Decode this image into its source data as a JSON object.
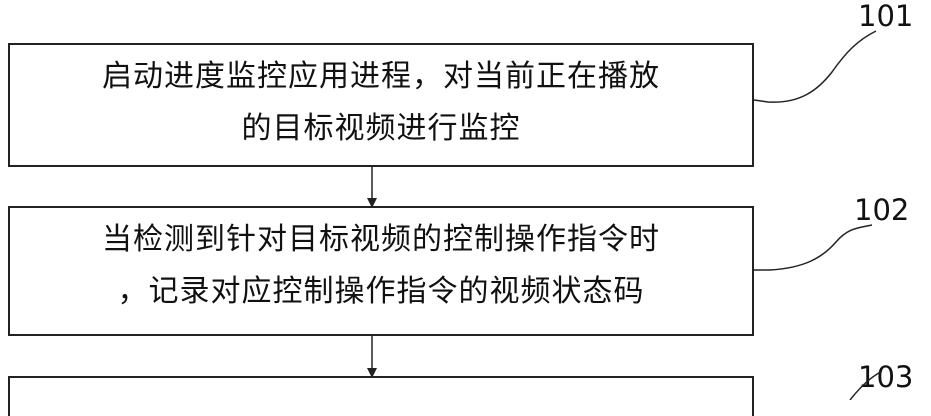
{
  "diagram": {
    "steps": [
      {
        "number": "101",
        "lines": [
          "启动进度监控应用进程，对当前正在播放",
          "的目标视频进行监控"
        ]
      },
      {
        "number": "102",
        "lines": [
          "当检测到针对目标视频的控制操作指令时",
          "，记录对应控制操作指令的视频状态码"
        ]
      },
      {
        "number": "103",
        "lines": [
          "",
          ""
        ]
      }
    ],
    "colors": {
      "stroke": "#222222",
      "text": "#111111",
      "background": "#ffffff"
    }
  }
}
